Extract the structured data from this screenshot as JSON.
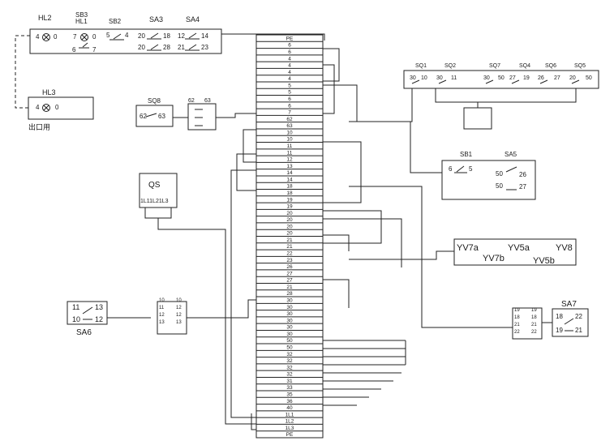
{
  "terminal_block": {
    "labels": [
      "PE",
      "6",
      "6",
      "4",
      "4",
      "4",
      "4",
      "5",
      "5",
      "6",
      "6",
      "7",
      "62",
      "63",
      "10",
      "10",
      "11",
      "11",
      "12",
      "13",
      "14",
      "14",
      "18",
      "18",
      "19",
      "19",
      "20",
      "20",
      "20",
      "20",
      "21",
      "21",
      "22",
      "23",
      "26",
      "27",
      "27",
      "21",
      "28",
      "30",
      "30",
      "30",
      "30",
      "30",
      "30",
      "50",
      "50",
      "32",
      "32",
      "32",
      "32",
      "31",
      "33",
      "35",
      "36",
      "40",
      "1L1",
      "1L2",
      "1L3",
      "PE"
    ]
  },
  "hl_group": {
    "hl2": "HL2",
    "sb3": "SB3",
    "hl1": "HL1",
    "sb2": "SB2",
    "sa3": "SA3",
    "sa4": "SA4",
    "hl2_t1": "4",
    "hl2_t2": "0",
    "hl1_t1": "7",
    "hl1_t2": "0",
    "sb3_t1": "6",
    "sb3_t2": "7",
    "sb2_t1": "5",
    "sb2_t2": "4",
    "sa3_t1": "20",
    "sa3_t2": "18",
    "sa3_t3": "20",
    "sa3_t4": "28",
    "sa4_t1": "12",
    "sa4_t2": "14",
    "sa4_t3": "21",
    "sa4_t4": "23"
  },
  "hl3": {
    "label": "HL3",
    "t1": "4",
    "t2": "0",
    "caption": "出口用"
  },
  "sq8": {
    "label": "SQ8",
    "t1": "62",
    "t2": "63",
    "c1": "62",
    "c2": "63"
  },
  "qs": {
    "label": "QS",
    "terminals": "1L11L21L3"
  },
  "sa6": {
    "label": "SA6",
    "t11": "11",
    "t13": "13",
    "t10": "10",
    "t12": "12",
    "c1": "10",
    "c2": "11",
    "c3": "12",
    "c4": "13",
    "c5": "10",
    "c6": "12",
    "c7": "12",
    "c8": "13"
  },
  "sq_group": {
    "names": [
      "SQ1",
      "SQ2",
      "SQ7",
      "SQ4",
      "SQ6",
      "SQ5"
    ],
    "terminals": [
      "30",
      "10",
      "30",
      "11",
      "30",
      "50",
      "27",
      "19",
      "26",
      "27",
      "20",
      "50"
    ]
  },
  "sb1_group": {
    "sb1": "SB1",
    "sa5": "SA5",
    "t6": "6",
    "t5": "5",
    "t50a": "50",
    "t26": "26",
    "t50b": "50",
    "t27": "27"
  },
  "yv": {
    "a": "YV7a",
    "b": "YV5a",
    "c": "YV8",
    "d": "YV7b",
    "e": "YV5b"
  },
  "sa7": {
    "label": "SA7",
    "t18": "18",
    "t22": "22",
    "t19": "19",
    "t21": "21",
    "c1": "19",
    "c2": "18",
    "c3": "21",
    "c4": "22",
    "c5": "19",
    "c6": "18",
    "c7": "21",
    "c8": "22"
  }
}
